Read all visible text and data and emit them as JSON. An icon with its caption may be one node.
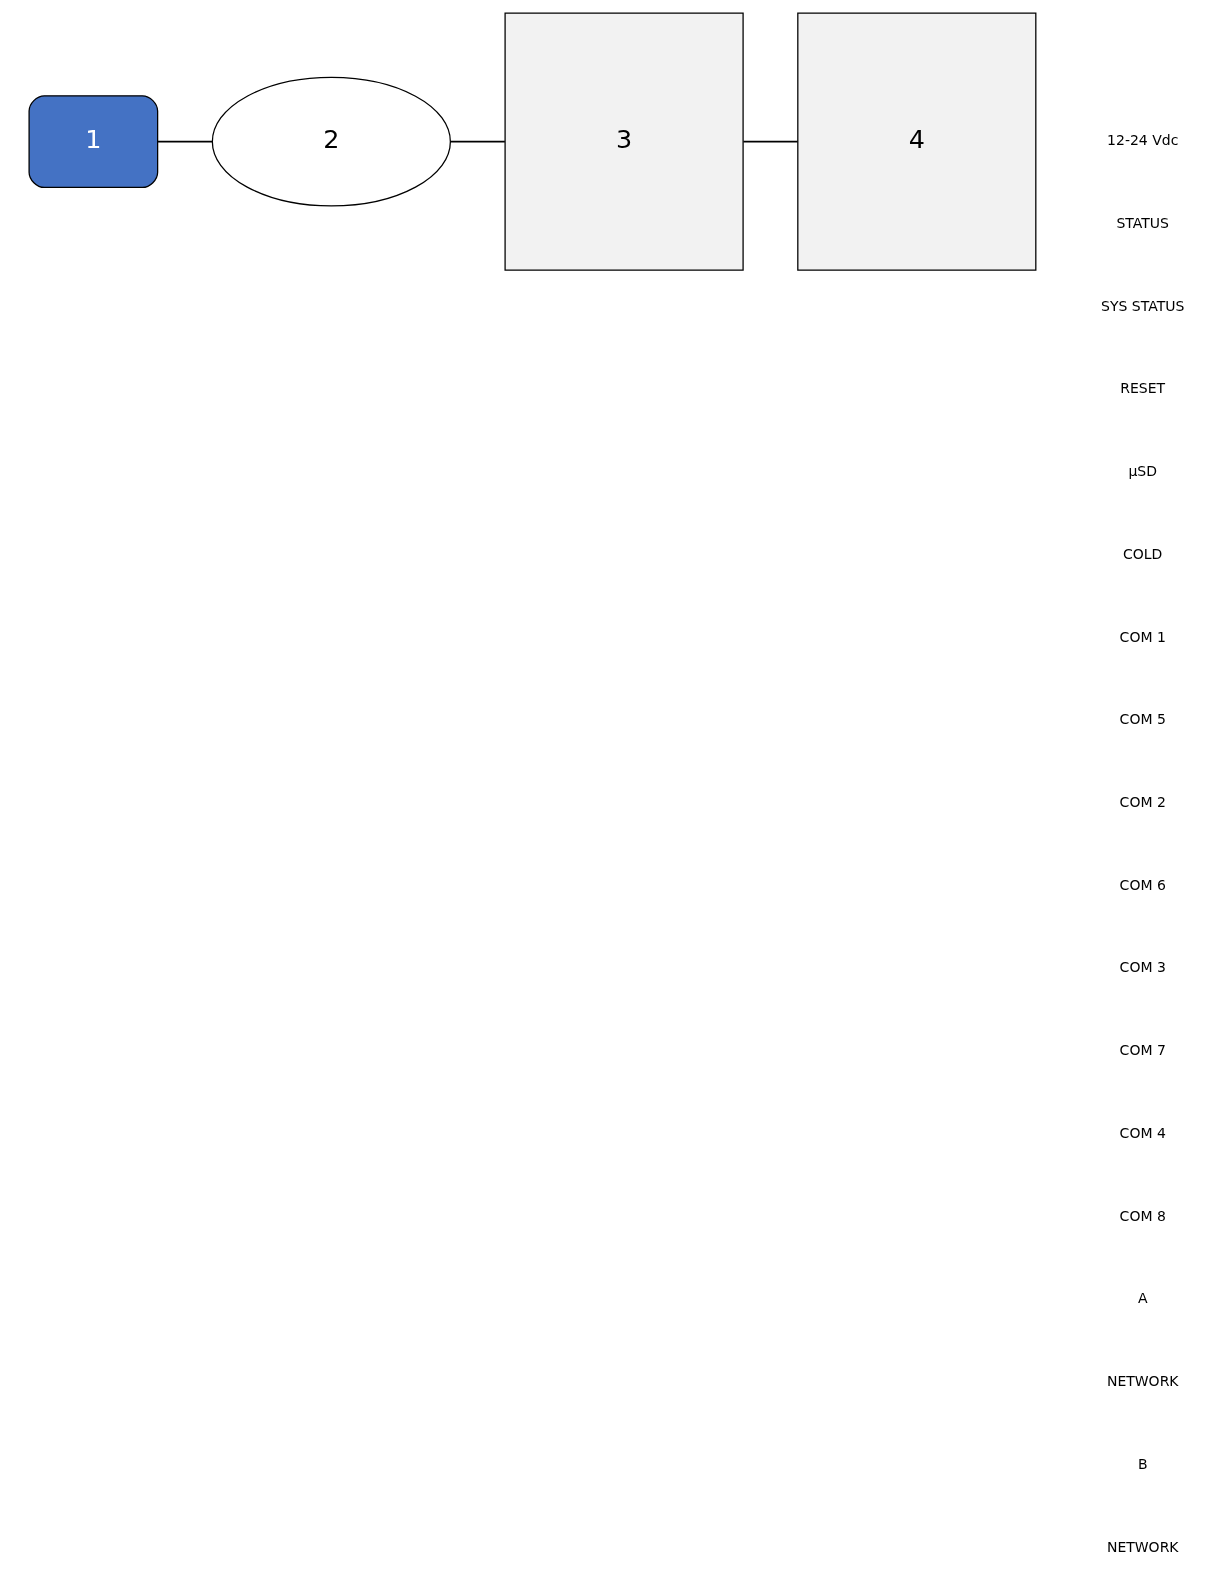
{
  "diagram": {
    "nodes": [
      {
        "text": [
          "1"
        ]
      },
      {
        "text": [
          "2"
        ]
      },
      {
        "text": [
          "3"
        ]
      },
      {
        "text": [
          "4"
        ]
      }
    ],
    "edges": [
      {
        "from": 0,
        "to": 1,
        "arrow": "none"
      },
      {
        "from": 1,
        "to": 2,
        "arrow": "none"
      },
      {
        "from": 2,
        "to": 3,
        "arrow": "none"
      }
    ],
    "labels": [
      "12-24 Vdc",
      "STATUS",
      "SYS STATUS",
      "RESET",
      "µSD",
      "COLD",
      "COM 1",
      "COM 5",
      "COM 2",
      "COM 6",
      "COM 3",
      "COM 7",
      "COM 4",
      "COM 8",
      "A",
      "NETWORK",
      "B",
      "NETWORK"
    ]
  }
}
